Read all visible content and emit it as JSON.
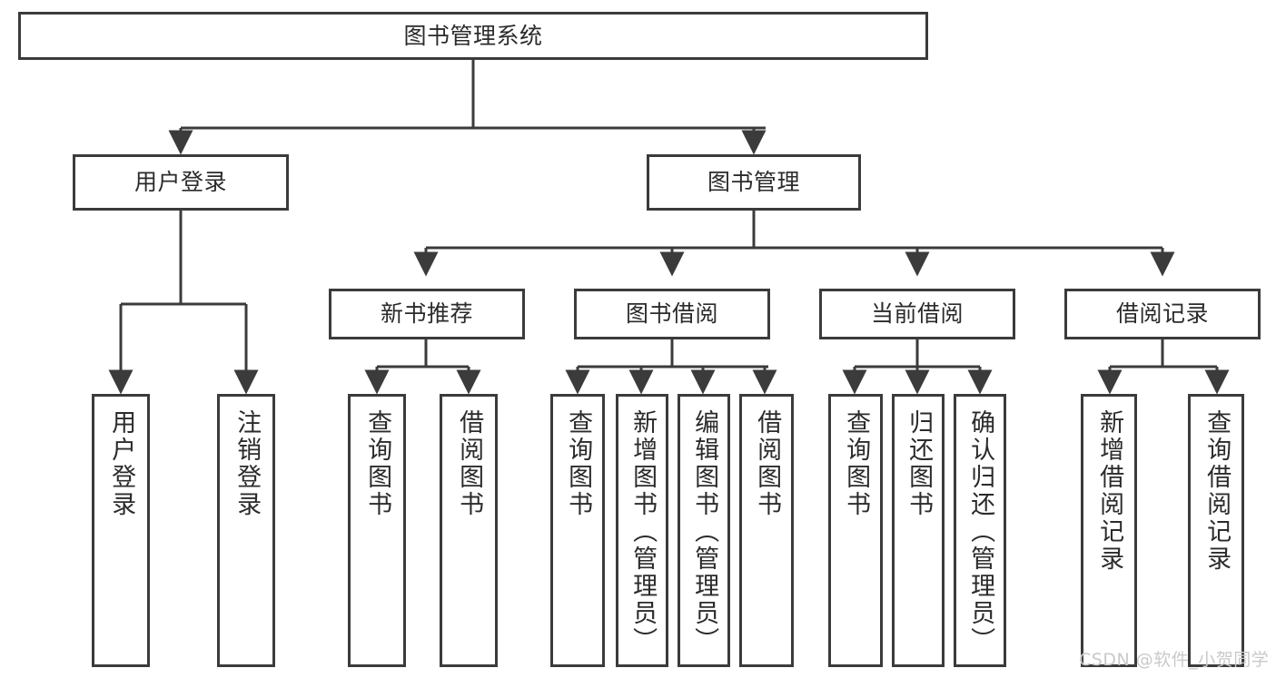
{
  "diagram": {
    "title": "图书管理系统",
    "type": "tree-hierarchy",
    "orientation": "top-down",
    "style": {
      "box_fill": "#ffffff",
      "box_stroke": "#3b3b3b",
      "connector_stroke": "#3b3b3b",
      "text_color": "#2b2b2b",
      "background": "#ffffff"
    }
  },
  "nodes": {
    "root": {
      "label": "图书管理系统"
    },
    "level1": [
      {
        "id": "user-login",
        "label": "用户登录"
      },
      {
        "id": "book-manage",
        "label": "图书管理"
      }
    ],
    "level2": [
      {
        "id": "new-book-recommend",
        "label": "新书推荐"
      },
      {
        "id": "book-borrow",
        "label": "图书借阅"
      },
      {
        "id": "current-borrow",
        "label": "当前借阅"
      },
      {
        "id": "borrow-record",
        "label": "借阅记录"
      }
    ],
    "leaves": [
      {
        "id": "leaf-user-login",
        "label": "用户登录",
        "parent": "user-login"
      },
      {
        "id": "leaf-logout-login",
        "label": "注销登录",
        "parent": "user-login"
      },
      {
        "id": "leaf-query-book-1",
        "label": "查询图书",
        "parent": "new-book-recommend"
      },
      {
        "id": "leaf-borrow-book-1",
        "label": "借阅图书",
        "parent": "new-book-recommend"
      },
      {
        "id": "leaf-query-book-2",
        "label": "查询图书",
        "parent": "book-borrow"
      },
      {
        "id": "leaf-add-book",
        "label": "新增图书（管理员）",
        "parent": "book-borrow"
      },
      {
        "id": "leaf-edit-book",
        "label": "编辑图书（管理员）",
        "parent": "book-borrow"
      },
      {
        "id": "leaf-borrow-book-2",
        "label": "借阅图书",
        "parent": "book-borrow"
      },
      {
        "id": "leaf-query-book-3",
        "label": "查询图书",
        "parent": "current-borrow"
      },
      {
        "id": "leaf-return-book",
        "label": "归还图书",
        "parent": "current-borrow"
      },
      {
        "id": "leaf-confirm-return",
        "label": "确认归还（管理员）",
        "parent": "current-borrow"
      },
      {
        "id": "leaf-add-record",
        "label": "新增借阅记录",
        "parent": "borrow-record"
      },
      {
        "id": "leaf-query-record",
        "label": "查询借阅记录",
        "parent": "borrow-record"
      }
    ]
  },
  "watermark": {
    "text": "CSDN @软件_小贺同学"
  }
}
